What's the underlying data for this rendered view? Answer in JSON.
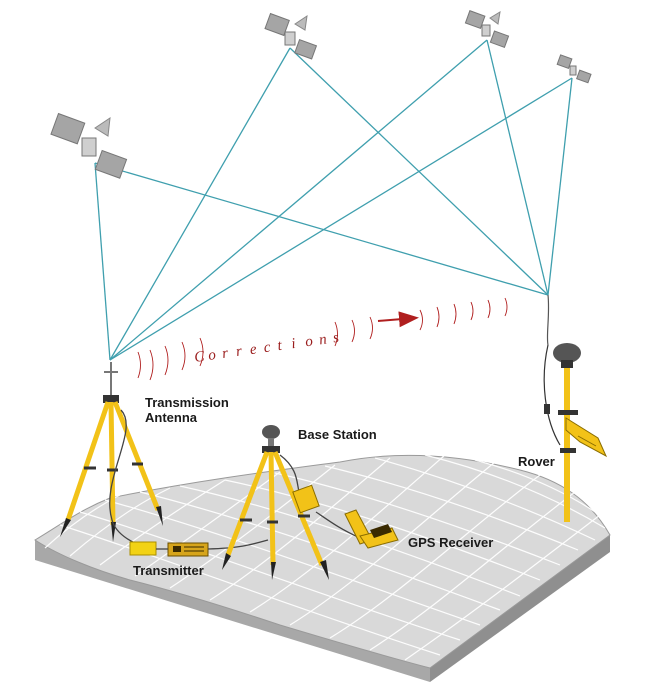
{
  "labels": {
    "transmission_antenna_line1": "Transmission",
    "transmission_antenna_line2": "Antenna",
    "base_station": "Base Station",
    "rover": "Rover",
    "gps_receiver": "GPS Receiver",
    "transmitter": "Transmitter",
    "corrections": "Corrections"
  },
  "colors": {
    "signal_line": "#3f9fae",
    "tripod": "#f2c218",
    "corrections_arrow": "#b01f1f",
    "ground": "#d9d9d9",
    "grid": "#ffffff",
    "background": "#ffffff"
  },
  "icons": [
    "satellite-icon",
    "tripod-icon",
    "gps-antenna-icon",
    "transmitter-icon",
    "gps-receiver-icon",
    "rover-pole-icon"
  ]
}
